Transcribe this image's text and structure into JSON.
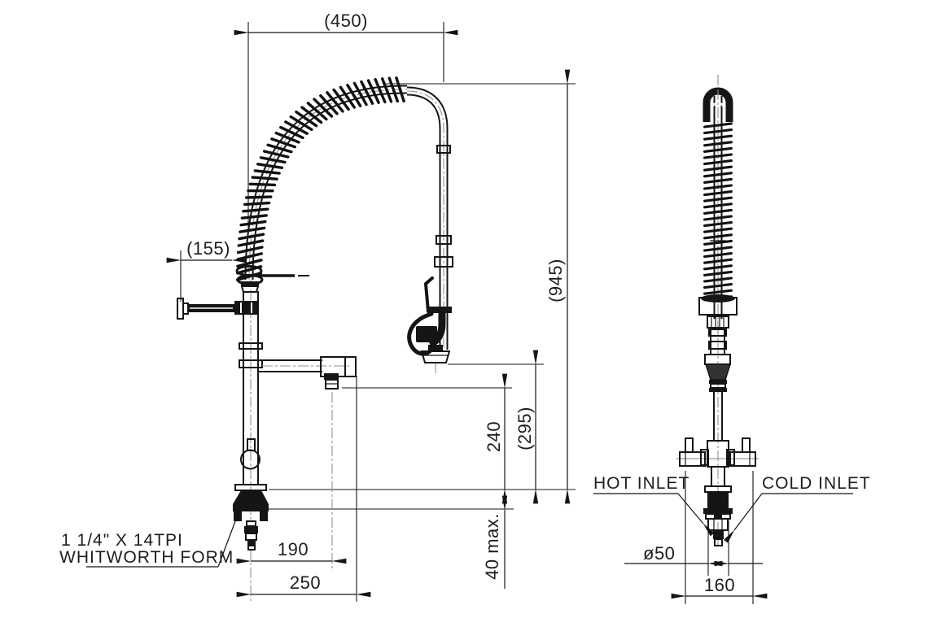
{
  "colors": {
    "ink": "#151515",
    "background": "#ffffff",
    "centerline": "#8f8f8f"
  },
  "side_view": {
    "dims": {
      "width_top": "(450)",
      "wall_bracket": "(155)",
      "overall_height": "(945)",
      "spray_outlet_height": "(295)",
      "spout_height": "240",
      "deck_max": "40 max.",
      "spout_reach": "190",
      "overall_reach": "250"
    },
    "note": {
      "line1": "1 1/4\" X 14TPI",
      "line2": "WHITWORTH FORM"
    }
  },
  "front_view": {
    "labels": {
      "hot_inlet": "HOT INLET",
      "cold_inlet": "COLD INLET"
    },
    "dims": {
      "flange_diameter": "ø50",
      "inlet_width": "160"
    }
  }
}
